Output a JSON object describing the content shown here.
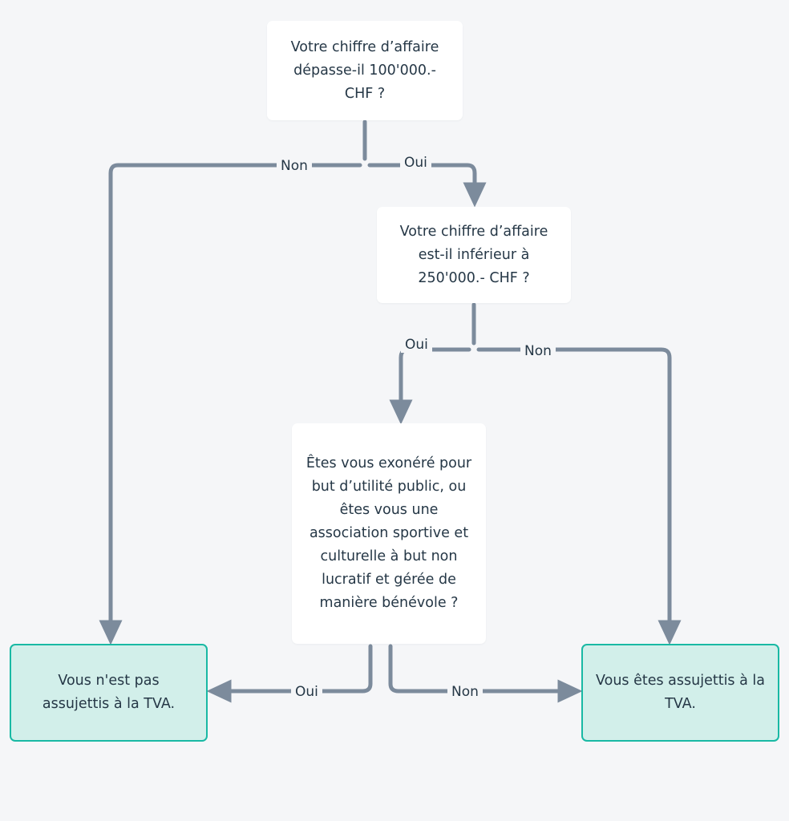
{
  "page": {
    "title": "Assujettissement TVA - arbre de decision",
    "background_color": "#f5f6f8",
    "text_color": "#253746",
    "connector_color": "#7c8b9c",
    "terminal_border_color": "#19b9a4",
    "terminal_fill_color": "#d2efea",
    "decision_fill_color": "#ffffff"
  },
  "nodes": {
    "q1": {
      "id": "q1",
      "type": "decision",
      "text": "Votre chiffre d’affaire dépasse-il 100'000.- CHF ?"
    },
    "q2": {
      "id": "q2",
      "type": "decision",
      "text": "Votre chiffre d’affaire est-il inférieur à 250'000.- CHF ?"
    },
    "q3": {
      "id": "q3",
      "type": "decision",
      "text": "Êtes vous exonéré pour but d’utilité public, ou êtes vous une association sportive et culturelle à but non lucratif et gérée de manière bénévole ?"
    },
    "result_not_liable": {
      "id": "result_not_liable",
      "type": "terminal",
      "text": "Vous n'est pas assujettis à la TVA."
    },
    "result_liable": {
      "id": "result_liable",
      "type": "terminal",
      "text": "Vous êtes assujettis à la TVA."
    }
  },
  "edges": [
    {
      "id": "q1-non",
      "from": "q1",
      "to": "result_not_liable",
      "label": "Non"
    },
    {
      "id": "q1-oui",
      "from": "q1",
      "to": "q2",
      "label": "Oui"
    },
    {
      "id": "q2-oui",
      "from": "q2",
      "to": "q3",
      "label": "Oui"
    },
    {
      "id": "q2-non",
      "from": "q2",
      "to": "result_liable",
      "label": "Non"
    },
    {
      "id": "q3-oui",
      "from": "q3",
      "to": "result_not_liable",
      "label": "Oui"
    },
    {
      "id": "q3-non",
      "from": "q3",
      "to": "result_liable",
      "label": "Non"
    }
  ]
}
